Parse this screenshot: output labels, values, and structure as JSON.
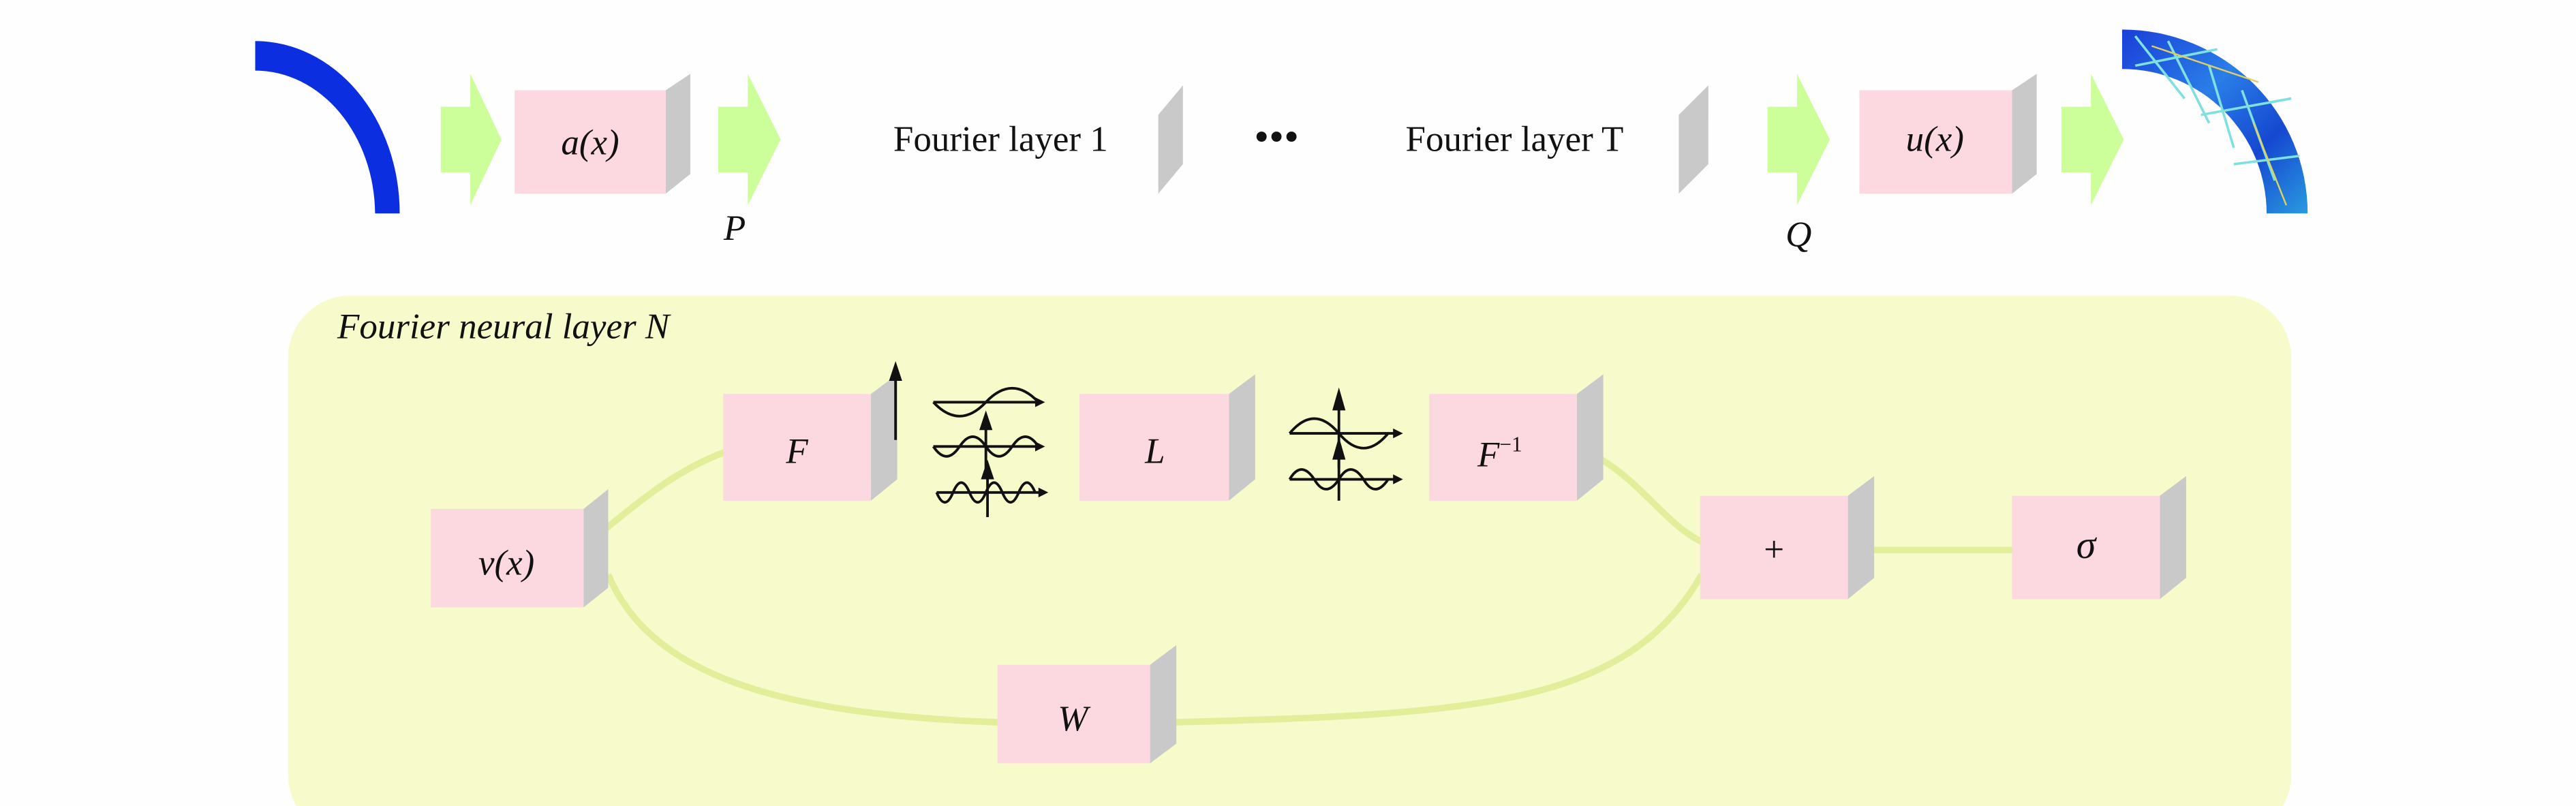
{
  "pipeline": {
    "input_box": "a(x)",
    "lift_label": "P",
    "layer_first": "Fourier layer 1",
    "ellipsis": "•••",
    "layer_last": "Fourier layer T",
    "project_label": "Q",
    "output_box": "u(x)"
  },
  "panel": {
    "title": "Fourier neural layer N",
    "input_box": "v(x)",
    "fourier_box": "F",
    "linear_box": "L",
    "inverse_box_base": "F",
    "inverse_box_sup": "−1",
    "sum_box": "+",
    "activation_box": "σ",
    "weight_box": "W"
  },
  "colors": {
    "box_front": "#fcd8e0",
    "box_side": "#c9c9c9",
    "arrow": "#ccff99",
    "panel_bg": "#f7fbcc",
    "input_shape": "#0a2ee0"
  }
}
